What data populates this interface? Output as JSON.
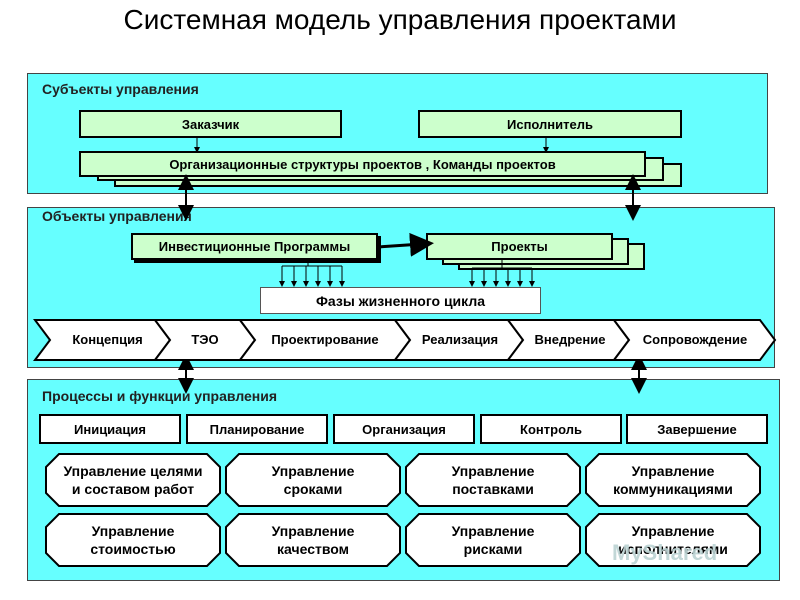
{
  "title": "Системная модель управления проектами",
  "subjects": {
    "label": "Субъекты управления",
    "customer": "Заказчик",
    "contractor": "Исполнитель",
    "org_structures": "Организационные структуры проектов , Команды проектов"
  },
  "objects": {
    "label": "Объекты управления",
    "programs": "Инвестиционные Программы",
    "projects": "Проекты",
    "lifecycle": "Фазы жизненного цикла",
    "phases": [
      "Концепция",
      "ТЭО",
      "Проектирование",
      "Реализация",
      "Внедрение",
      "Сопровождение"
    ]
  },
  "processes": {
    "label": "Процессы и функции управления",
    "functions": [
      "Инициация",
      "Планирование",
      "Организация",
      "Контроль",
      "Завершение"
    ],
    "areas_row1": [
      [
        "Управление целями",
        "и составом работ"
      ],
      [
        "Управление",
        "сроками"
      ],
      [
        "Управление",
        "поставками"
      ],
      [
        "Управление",
        "коммуникациями"
      ]
    ],
    "areas_row2": [
      [
        "Управление",
        "стоимостью"
      ],
      [
        "Управление",
        "качеством"
      ],
      [
        "Управление",
        "рисками"
      ],
      [
        "Управление",
        "исполнителями"
      ]
    ]
  },
  "watermark": "MyShared",
  "colors": {
    "panel": "#66ffff",
    "box": "#ccffcc",
    "border": "#000000"
  }
}
